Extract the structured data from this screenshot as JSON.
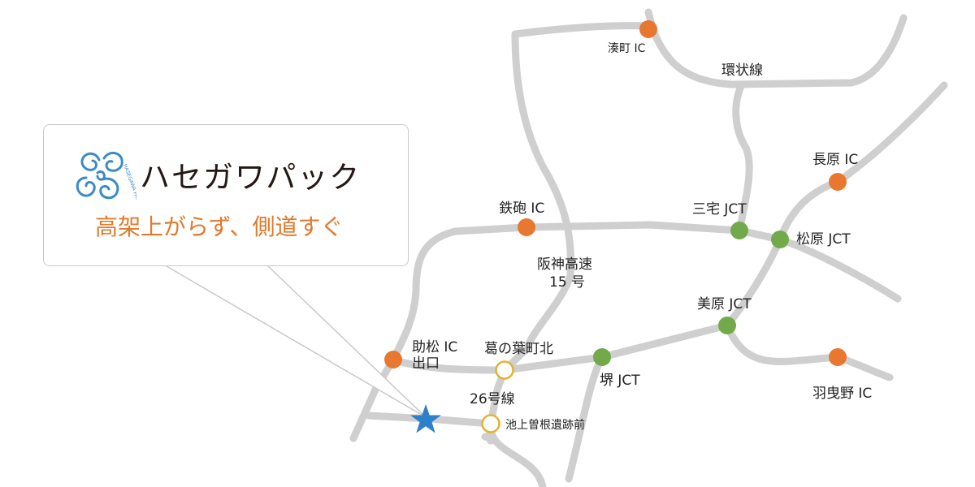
{
  "brand": {
    "name": "ハセガワパック",
    "tagline": "高架上がらず、側道すぐ",
    "logo_sub": "HASEGAWA PACK",
    "colors": {
      "logo": "#3d8ac8",
      "tagline": "#e07a2e"
    }
  },
  "legend_colors": {
    "ic": "#e8782f",
    "jct": "#72a94a",
    "station": "#e2b236",
    "destination": "#2e80c8"
  },
  "markers": {
    "minatomachi_ic": "湊町 IC",
    "teppo_ic": "鉄砲 IC",
    "sukematsu_ic": "助松 IC",
    "sukematsu_exit": "出口",
    "nagahara_ic": "長原 IC",
    "habikino_ic": "羽曳野 IC",
    "miyake_jct": "三宅 JCT",
    "matsubara_jct": "松原 JCT",
    "mihara_jct": "美原 JCT",
    "sakai_jct": "堺 JCT",
    "kuzunohacho_kita": "葛の葉町北",
    "ikegami_sone": "池上曽根遺跡前"
  },
  "roads": {
    "kanjo": "環状線",
    "hanshin_1": "阪神高速",
    "hanshin_2": "15 号",
    "route26": "26号線"
  },
  "destination_icon": "star-icon"
}
